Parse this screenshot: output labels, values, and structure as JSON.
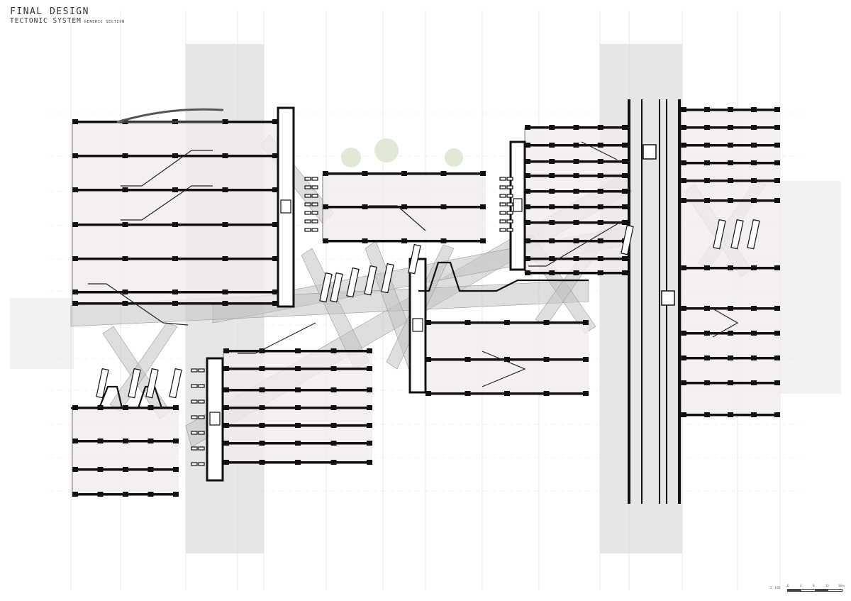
{
  "title": "FINAL DESIGN",
  "subtitle": "TECTONIC SYSTEM",
  "subtitle_note": "GENERIC SECTION",
  "scale": {
    "ratio": "1 : 100",
    "ticks": [
      "0",
      "4",
      "8",
      "12",
      "16m"
    ]
  },
  "colors": {
    "ink": "#111111",
    "structure_grey": "#b5b5b5",
    "band_grey": "#e6e6e6",
    "floor_tint": "#f3ecec"
  }
}
